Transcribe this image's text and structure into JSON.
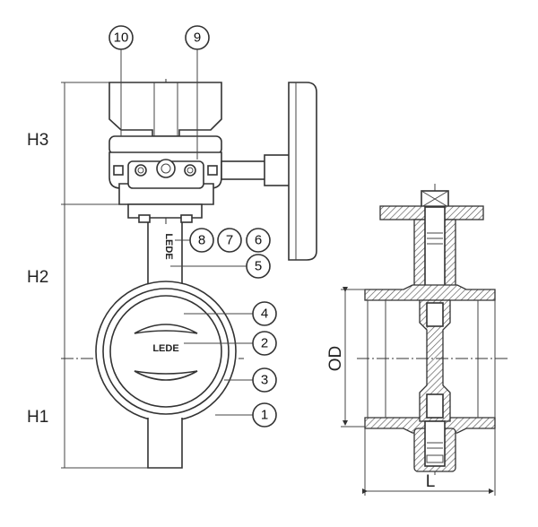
{
  "dimensions": {
    "h1": "H1",
    "h2": "H2",
    "h3": "H3",
    "od": "OD",
    "l": "L"
  },
  "part_labels": [
    "1",
    "2",
    "3",
    "4",
    "5",
    "6",
    "7",
    "8",
    "9",
    "10"
  ],
  "logo_text": "LEDE"
}
